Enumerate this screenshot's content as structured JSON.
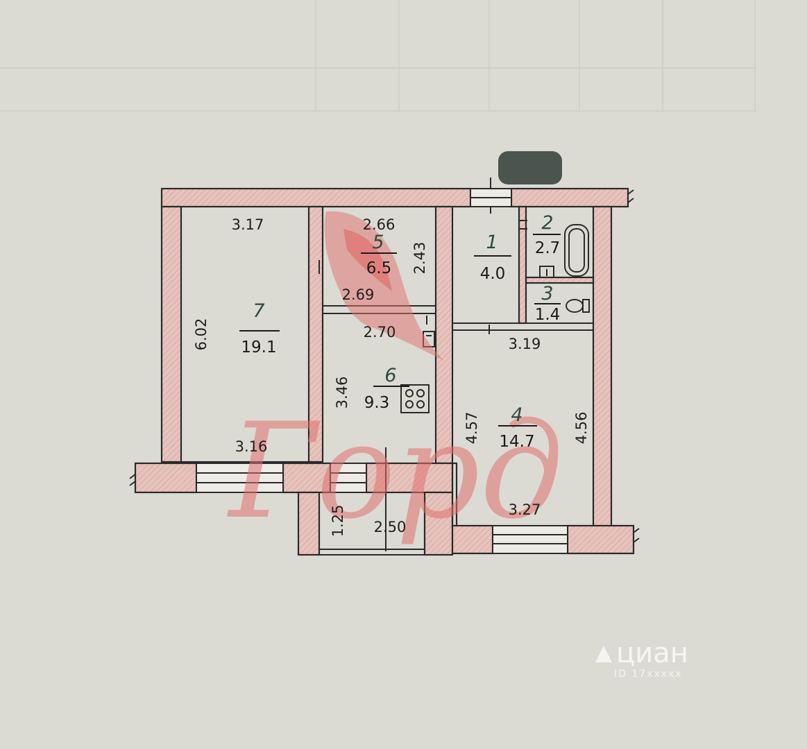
{
  "colors": {
    "paper": "#dcdbd3",
    "wall_fill": "#e6c4bd",
    "wall_line": "#2a2a2a",
    "watermark": "#e0706d"
  },
  "rooms": [
    {
      "number": "7",
      "area": "19.1"
    },
    {
      "number": "5",
      "area": "6.5"
    },
    {
      "number": "1",
      "area": "4.0"
    },
    {
      "number": "2",
      "area": "2.7"
    },
    {
      "number": "3",
      "area": "1.4"
    },
    {
      "number": "6",
      "area": "9.3"
    },
    {
      "number": "4",
      "area": "14.7"
    }
  ],
  "dimensions": {
    "r7_top": "3.17",
    "r7_side": "6.02",
    "r7_bottom": "3.16",
    "r5_top": "2.66",
    "r5_side": "2.43",
    "r5_bottom": "2.69",
    "r6_top": "2.70",
    "r6_side": "3.46",
    "r4_top": "3.19",
    "r4_left": "4.57",
    "r4_right": "4.56",
    "r4_bottom": "3.27",
    "balcony_side": "1.25",
    "balcony_width": "2.50"
  },
  "watermark": {
    "text": "Горд"
  },
  "source_logo": {
    "name": "циан",
    "tagline": "ID 17xxxxx"
  },
  "icons": [
    "stove-icon",
    "bathtub-icon",
    "toilet-icon",
    "ventilation-icon",
    "bird-logo-icon"
  ]
}
